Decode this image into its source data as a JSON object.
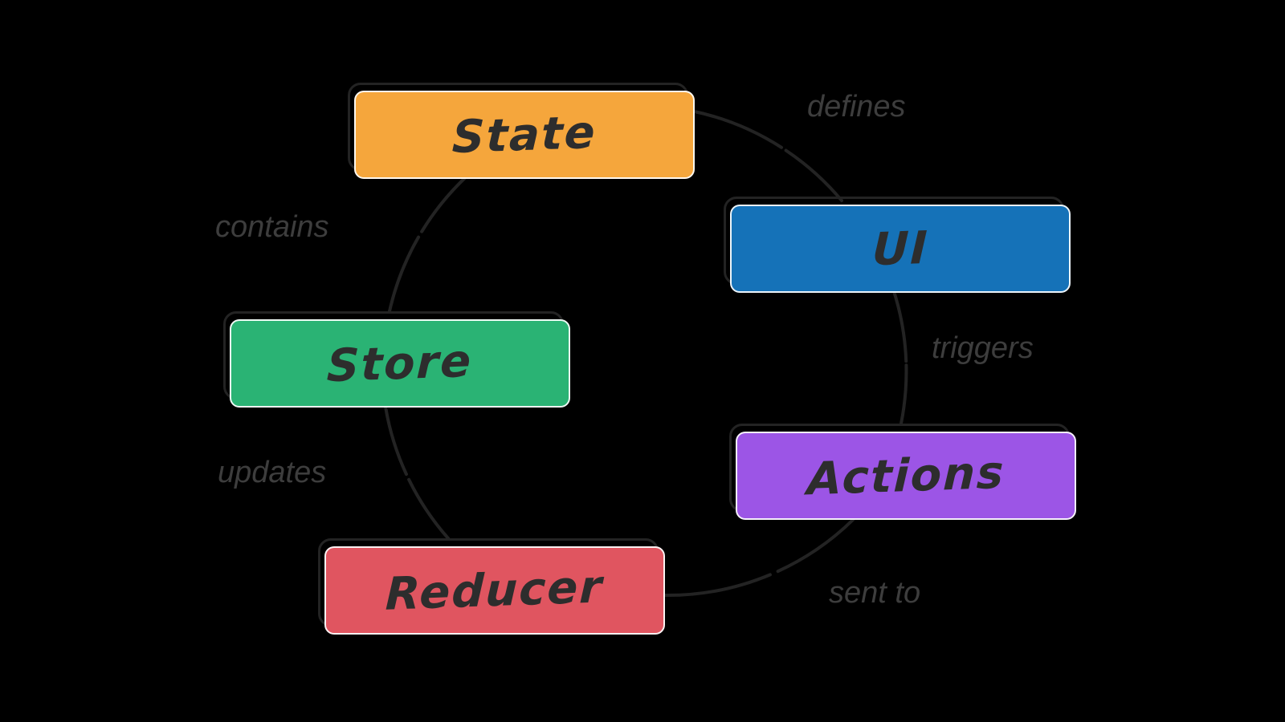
{
  "diagram": {
    "background_color": "#000000",
    "ink_color": "#232323",
    "edge_label_color": "#3d3d3d",
    "node_label_color": "#2d2d2d",
    "nodes": [
      {
        "id": "state",
        "label": "State",
        "color": "#F5A63C"
      },
      {
        "id": "ui",
        "label": "UI",
        "color": "#1572B8"
      },
      {
        "id": "actions",
        "label": "Actions",
        "color": "#9C55E6"
      },
      {
        "id": "reducer",
        "label": "Reducer",
        "color": "#E05560"
      },
      {
        "id": "store",
        "label": "Store",
        "color": "#2AB374"
      }
    ],
    "edges": [
      {
        "from": "State",
        "to": "UI",
        "label": "defines"
      },
      {
        "from": "UI",
        "to": "Actions",
        "label": "triggers"
      },
      {
        "from": "Actions",
        "to": "Reducer",
        "label": "sent to"
      },
      {
        "from": "Reducer",
        "to": "Store",
        "label": "updates"
      },
      {
        "from": "Store",
        "to": "State",
        "label": "contains"
      }
    ]
  }
}
